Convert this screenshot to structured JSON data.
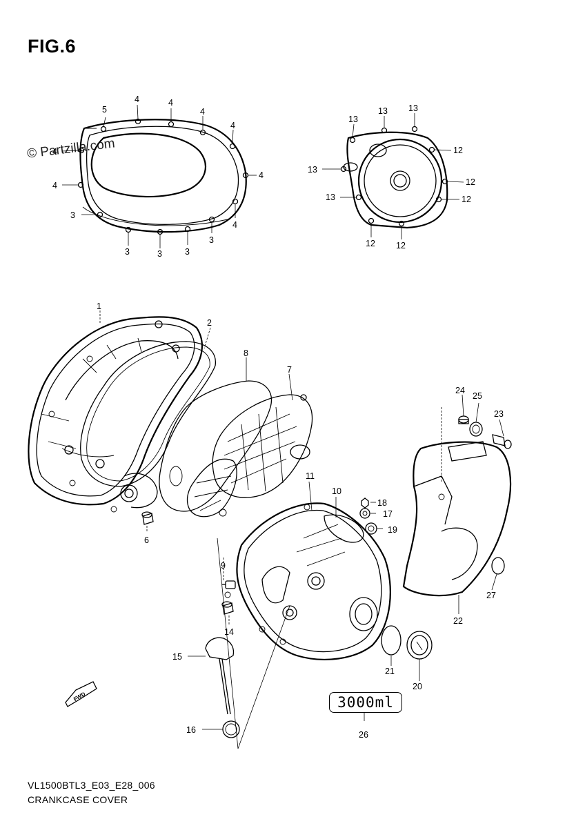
{
  "figure": {
    "title": "FIG.6",
    "watermark": "© Partzilla.com",
    "code": "VL1500BTL3_E03_E28_006",
    "name": "CRANKCASE COVER",
    "capacity_label": "3000ml",
    "fwd_label": "FWD"
  },
  "callouts": [
    {
      "id": "c1",
      "text": "1"
    },
    {
      "id": "c2",
      "text": "2"
    },
    {
      "id": "c3",
      "text": "3"
    },
    {
      "id": "c4",
      "text": "4"
    },
    {
      "id": "c5",
      "text": "5"
    },
    {
      "id": "c6",
      "text": "6"
    },
    {
      "id": "c7",
      "text": "7"
    },
    {
      "id": "c8",
      "text": "8"
    },
    {
      "id": "c9",
      "text": "9"
    },
    {
      "id": "c10",
      "text": "10"
    },
    {
      "id": "c11",
      "text": "11"
    },
    {
      "id": "c12",
      "text": "12"
    },
    {
      "id": "c13",
      "text": "13"
    },
    {
      "id": "c14",
      "text": "14"
    },
    {
      "id": "c15",
      "text": "15"
    },
    {
      "id": "c16",
      "text": "16"
    },
    {
      "id": "c17",
      "text": "17"
    },
    {
      "id": "c18",
      "text": "18"
    },
    {
      "id": "c19",
      "text": "19"
    },
    {
      "id": "c20",
      "text": "20"
    },
    {
      "id": "c21",
      "text": "21"
    },
    {
      "id": "c22",
      "text": "22"
    },
    {
      "id": "c23",
      "text": "23"
    },
    {
      "id": "c24",
      "text": "24"
    },
    {
      "id": "c25",
      "text": "25"
    },
    {
      "id": "c26",
      "text": "26"
    },
    {
      "id": "c27",
      "text": "27"
    }
  ]
}
